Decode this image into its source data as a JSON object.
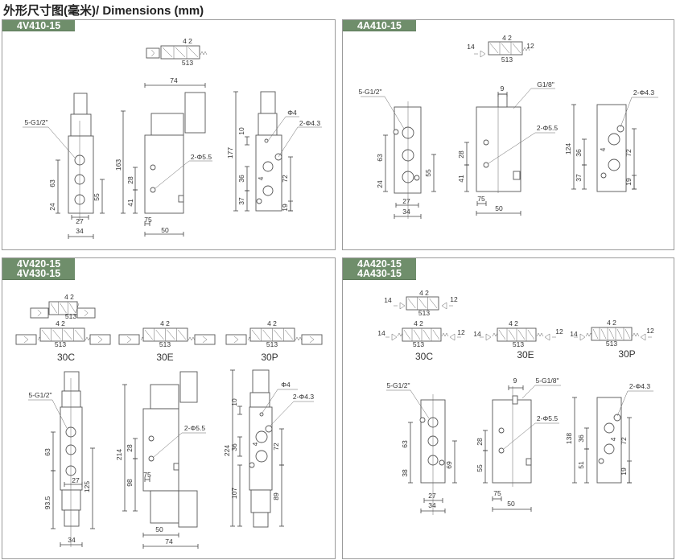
{
  "title": "外形尺寸图(毫米)/ Dimensions (mm)",
  "panels": [
    {
      "header": [
        "4V410-15"
      ],
      "dims": [
        "4 2",
        "513",
        "5-G1/2\"",
        "63",
        "24",
        "55",
        "27",
        "34",
        "74",
        "163",
        "28",
        "41",
        "2-Φ5.5",
        "75",
        "50",
        "177",
        "Φ4",
        "2-Φ4.3",
        "10",
        "36",
        "37",
        "72",
        "19",
        "4"
      ]
    },
    {
      "header": [
        "4A410-15"
      ],
      "dims": [
        "4 2",
        "513",
        "14",
        "12",
        "5-G1/2\"",
        "63",
        "24",
        "55",
        "27",
        "34",
        "9",
        "G1/8\"",
        "2-Φ5.5",
        "28",
        "41",
        "75",
        "50",
        "2-Φ4.3",
        "124",
        "36",
        "37",
        "4",
        "72",
        "19"
      ]
    },
    {
      "header": [
        "4V420-15",
        "4V430-15"
      ],
      "dims": [
        "4 2",
        "513",
        "4 2",
        "513",
        "30C",
        "4 2",
        "513",
        "30E",
        "4 2",
        "513",
        "30P",
        "5-G1/2\"",
        "63",
        "93.5",
        "27",
        "125",
        "34",
        "214",
        "28",
        "98",
        "2-Φ5.5",
        "75",
        "50",
        "74",
        "224",
        "Φ4",
        "2-Φ4.3",
        "10",
        "36",
        "4",
        "72",
        "107",
        "89"
      ]
    },
    {
      "header": [
        "4A420-15",
        "4A430-15"
      ],
      "dims": [
        "14",
        "12",
        "4 2",
        "513",
        "14",
        "12",
        "4 2",
        "513",
        "30C",
        "14",
        "12",
        "4 2",
        "513",
        "30E",
        "14",
        "12",
        "4 2",
        "513",
        "30P",
        "5-G1/2\"",
        "63",
        "38",
        "69",
        "27",
        "34",
        "9",
        "5-G1/8\"",
        "2-Φ5.5",
        "28",
        "55",
        "75",
        "50",
        "2-Φ4.3",
        "138",
        "36",
        "4",
        "72",
        "51",
        "19"
      ]
    }
  ]
}
